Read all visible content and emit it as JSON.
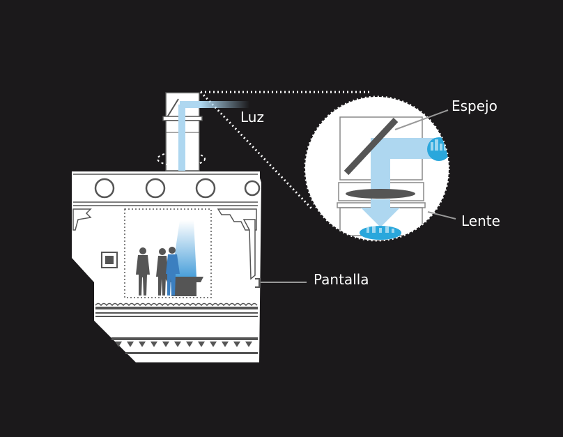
{
  "labels": {
    "luz": "Luz",
    "espejo": "Espejo",
    "lente": "Lente",
    "pantalla": "Pantalla"
  },
  "colors": {
    "background": "#1b191b",
    "building": "#ffffff",
    "outline": "#555555",
    "light_beam": "#aed7f0",
    "city_blue": "#2aa7dc",
    "silhouette": "#555555",
    "leader_line": "#999999"
  }
}
